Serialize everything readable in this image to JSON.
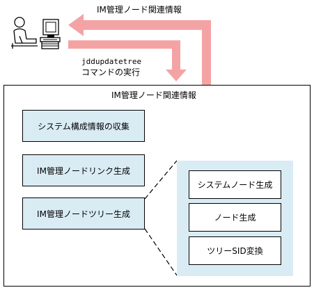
{
  "arrows": {
    "top_label": "IM管理ノード関連情報",
    "command_name": "jddupdatetree",
    "command_label": "コマンドの実行",
    "color": "#f4a3a5"
  },
  "container": {
    "title": "IM管理ノード関連情報"
  },
  "steps": [
    "システム構成情報の収集",
    "IM管理ノードリンク生成",
    "IM管理ノードツリー生成"
  ],
  "substeps": [
    "システムノード生成",
    "ノード生成",
    "ツリーSID変換"
  ],
  "colors": {
    "step_fill": "#d9ecf4",
    "arrow": "#f4a3a5"
  },
  "icons": {
    "user": "user-at-computer-icon"
  }
}
